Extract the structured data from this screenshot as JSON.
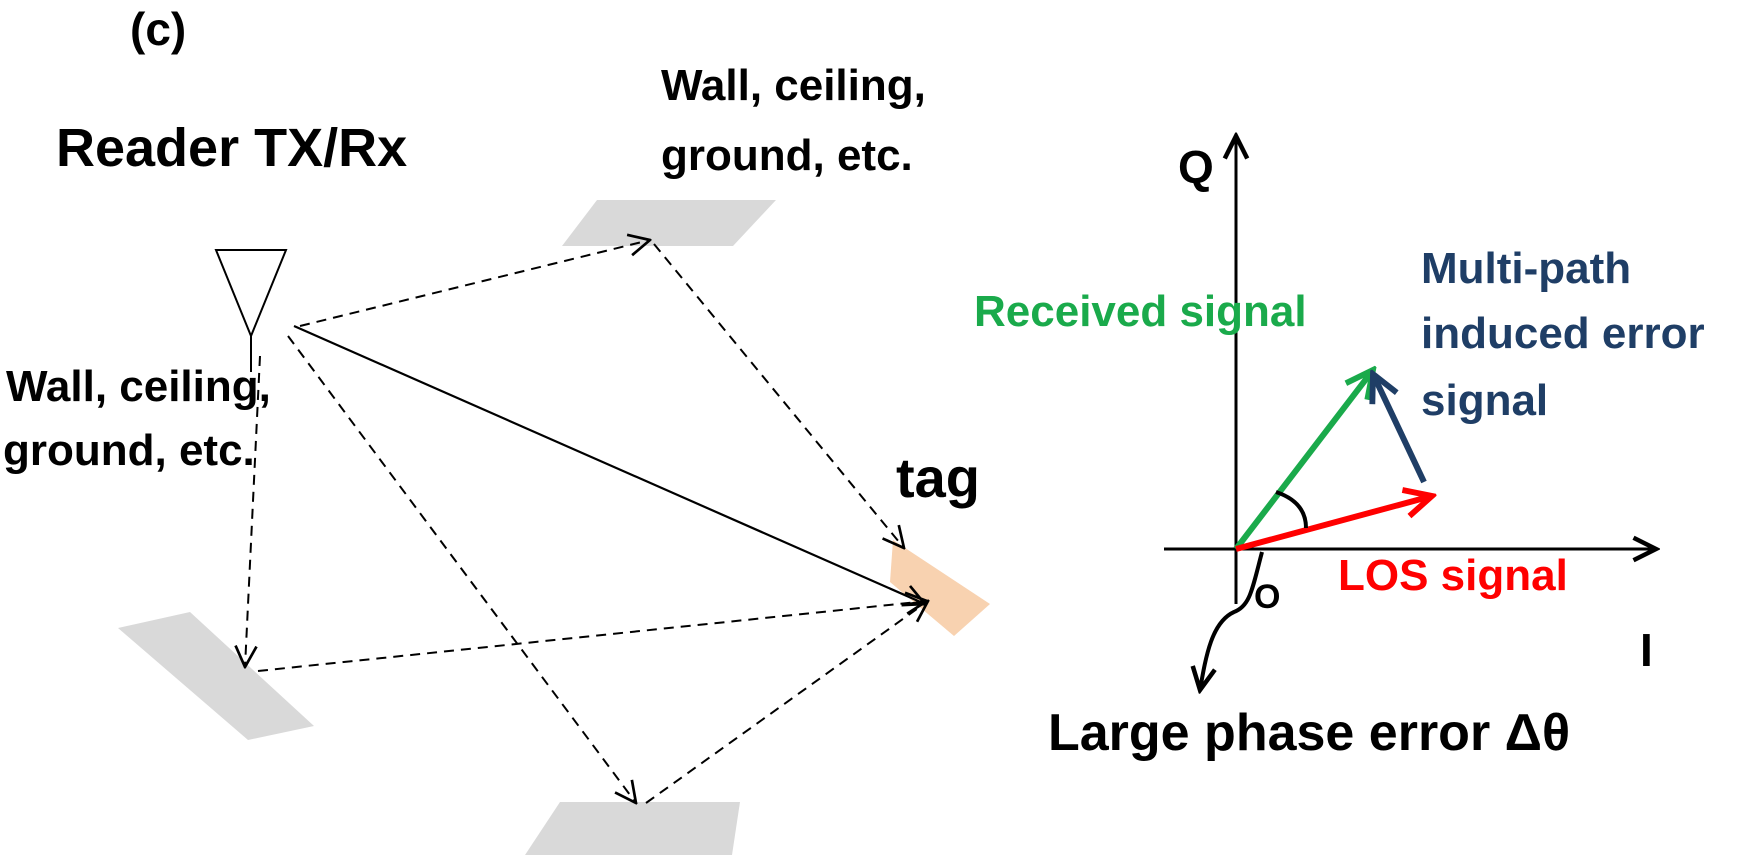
{
  "panel_label": "(c)",
  "left_diagram": {
    "reader_label": "Reader TX/Rx",
    "reflector_top_label": [
      "Wall, ceiling,",
      "ground, etc."
    ],
    "reflector_left_label": [
      "Wall, ceiling,",
      "ground, etc."
    ],
    "tag_label": "tag"
  },
  "phasor_diagram": {
    "q_axis_label": "Q",
    "i_axis_label": "I",
    "origin_label": "O",
    "received_signal_label": "Received signal",
    "multipath_label": [
      "Multi-path",
      "induced error",
      "signal"
    ],
    "los_label": "LOS signal",
    "phase_error_label": "Large phase error  Δθ"
  },
  "colors": {
    "received": "#1aaa4b",
    "multipath": "#1f3e66",
    "los": "#ff0000",
    "reflector": "#d9d9d9",
    "tag": "#f8d2b0",
    "ink": "#000000"
  }
}
